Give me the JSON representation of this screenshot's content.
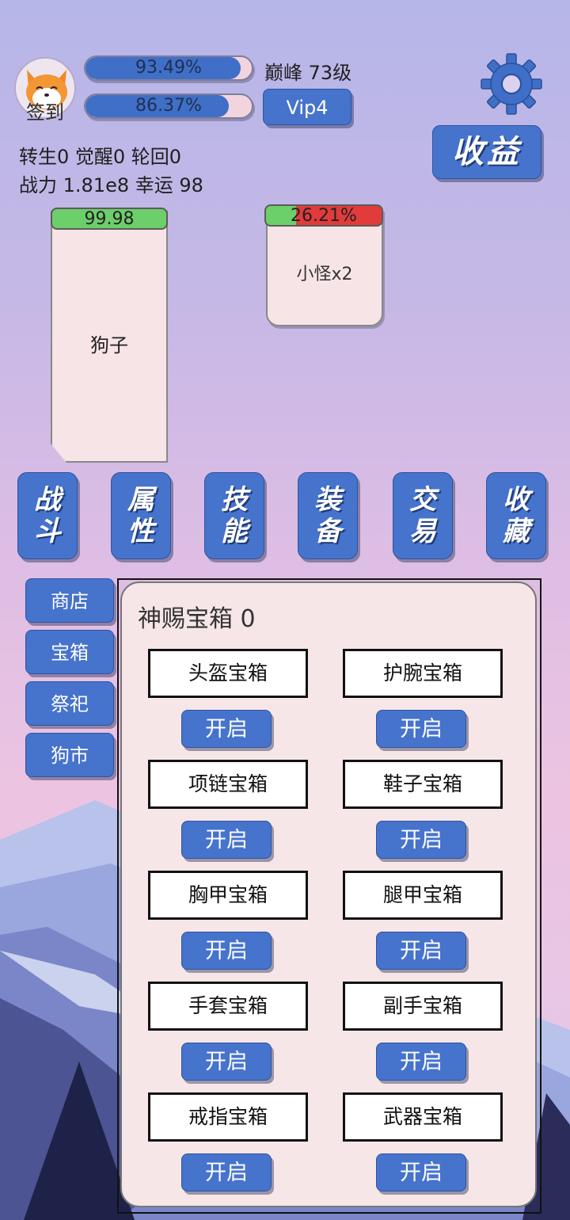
{
  "header": {
    "signin_label": "签到",
    "exp": {
      "text": "93.49%",
      "percent": 93.49
    },
    "hp": {
      "text": "86.37%",
      "percent": 86.37
    },
    "realm": "巅峰 73级",
    "vip": "Vip4",
    "income_label": "收益",
    "stat_line1": "转生0 觉醒0 轮回0",
    "stat_line2": "战力 1.81e8  幸运 98"
  },
  "battle": {
    "player": {
      "name": "狗子",
      "hp_text": "99.98"
    },
    "enemy": {
      "name": "小怪x2",
      "hp_text": "26.21%",
      "hp_percent": 26.21
    }
  },
  "tabs": [
    {
      "line1": "战",
      "line2": "斗"
    },
    {
      "line1": "属",
      "line2": "性"
    },
    {
      "line1": "技",
      "line2": "能"
    },
    {
      "line1": "装",
      "line2": "备"
    },
    {
      "line1": "交",
      "line2": "易"
    },
    {
      "line1": "收",
      "line2": "藏"
    }
  ],
  "side_menu": [
    "商店",
    "宝箱",
    "祭祀",
    "狗市"
  ],
  "panel": {
    "title": "神赐宝箱  0",
    "open_label": "开启",
    "chests": [
      "头盔宝箱",
      "护腕宝箱",
      "项链宝箱",
      "鞋子宝箱",
      "胸甲宝箱",
      "腿甲宝箱",
      "手套宝箱",
      "副手宝箱",
      "戒指宝箱",
      "武器宝箱"
    ]
  },
  "icons": {
    "avatar": "shiba-dog-avatar",
    "settings": "gear-icon"
  },
  "colors": {
    "button_blue": "#4673cc",
    "hp_green": "#6ccf6a",
    "hp_red": "#e23b3b"
  }
}
